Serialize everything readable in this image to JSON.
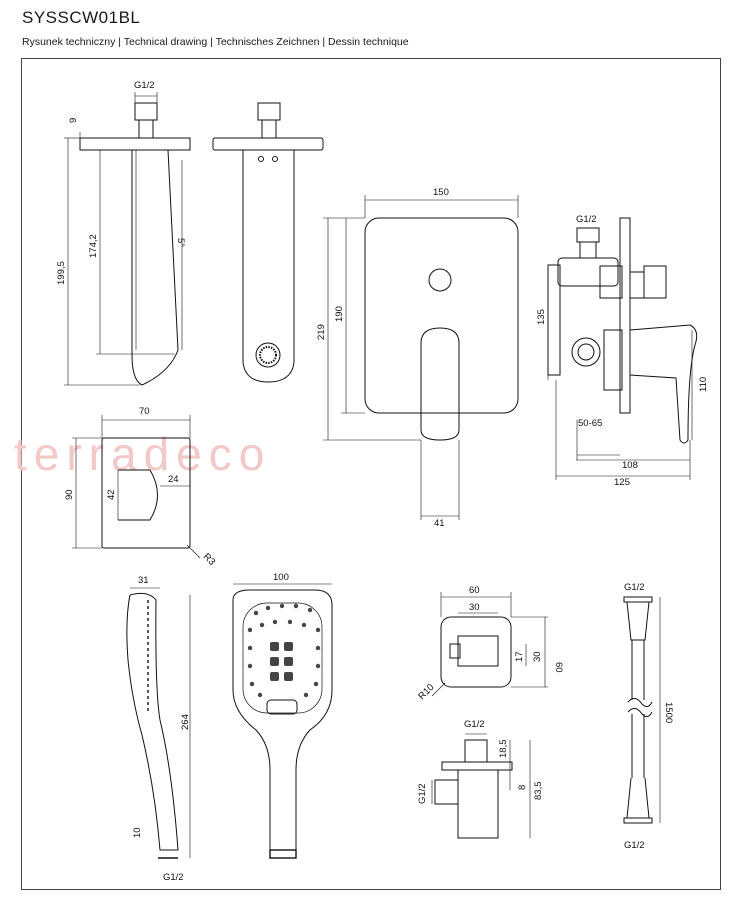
{
  "header": {
    "title": "SYSSCW01BL",
    "subtitle": "Rysunek techniczny | Technical drawing | Technisches Zeichnen | Dessin technique"
  },
  "watermark": "terradeco",
  "dimensions": {
    "spout_thread": "G1/2",
    "spout_9": "9",
    "spout_199_5": "199,5",
    "spout_174_2": "174,2",
    "spout_5deg": "5°",
    "plate_150": "150",
    "plate_219": "219",
    "plate_190": "190",
    "plate_41": "41",
    "side_thread": "G1/2",
    "side_135": "135",
    "side_50_65": "50-65",
    "side_110": "110",
    "side_108": "108",
    "side_125": "125",
    "sq_70": "70",
    "sq_90": "90",
    "sq_42": "42",
    "sq_24": "24",
    "sq_r3": "R3",
    "hs_31": "31",
    "hs_264": "264",
    "hs_10": "10",
    "hs_thread": "G1/2",
    "hf_100": "100",
    "wc_60": "60",
    "wc_30": "30",
    "wc_17": "17",
    "wc_30v": "30",
    "wc_60v": "60",
    "wc_r10": "R10",
    "wc_thread": "G1/2",
    "wc_18_5": "18,5",
    "wc_8": "8",
    "wc_83_5": "83,5",
    "wc_thread_side": "G1/2",
    "hose_top": "G1/2",
    "hose_1500": "1500",
    "hose_bottom": "G1/2"
  }
}
